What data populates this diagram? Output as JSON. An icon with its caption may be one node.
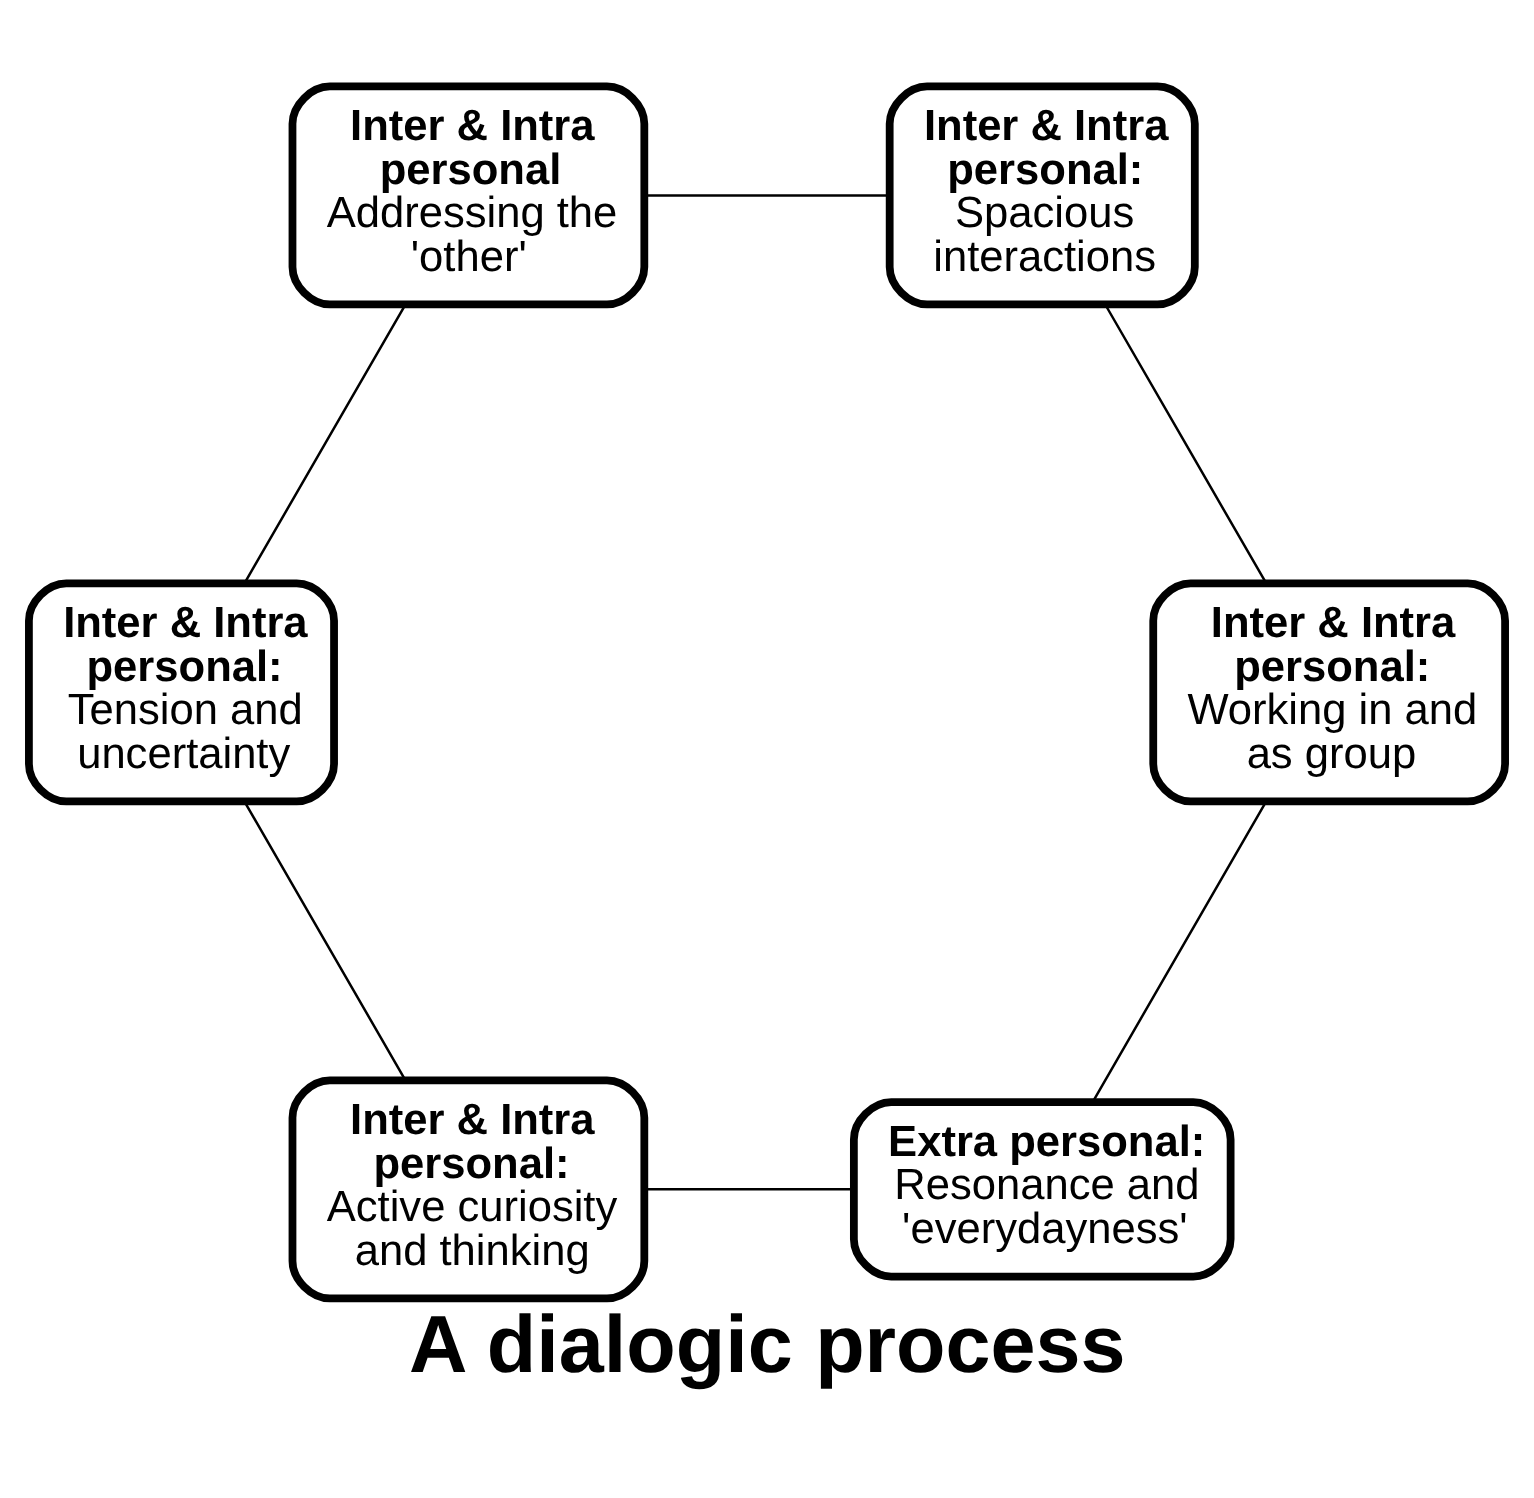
{
  "diagram": {
    "title": "A dialogic process",
    "nodes": [
      {
        "text": [
          "Extra personal:",
          "Resonance and 'everydayness'"
        ]
      },
      {
        "text": [
          "Inter & Intra personal:",
          "Working in and as group"
        ]
      },
      {
        "text": [
          "Inter & Intra personal:",
          "Active curiosity and thinking"
        ]
      },
      {
        "text": [
          "Inter & Intra personal:",
          "Spacious interactions"
        ]
      },
      {
        "text": [
          "Inter & Intra personal:",
          "Tension and uncertainty"
        ]
      },
      {
        "text": [
          "Inter & Intra personal",
          "Addressing the 'other'"
        ]
      }
    ],
    "edges": [
      {
        "from": 0,
        "to": 2,
        "arrow": "none"
      },
      {
        "from": 2,
        "to": 4,
        "arrow": "none"
      },
      {
        "from": 4,
        "to": 5,
        "arrow": "none"
      },
      {
        "from": 5,
        "to": 3,
        "arrow": "none"
      },
      {
        "from": 3,
        "to": 1,
        "arrow": "none"
      },
      {
        "from": 1,
        "to": 0,
        "arrow": "none"
      }
    ]
  }
}
